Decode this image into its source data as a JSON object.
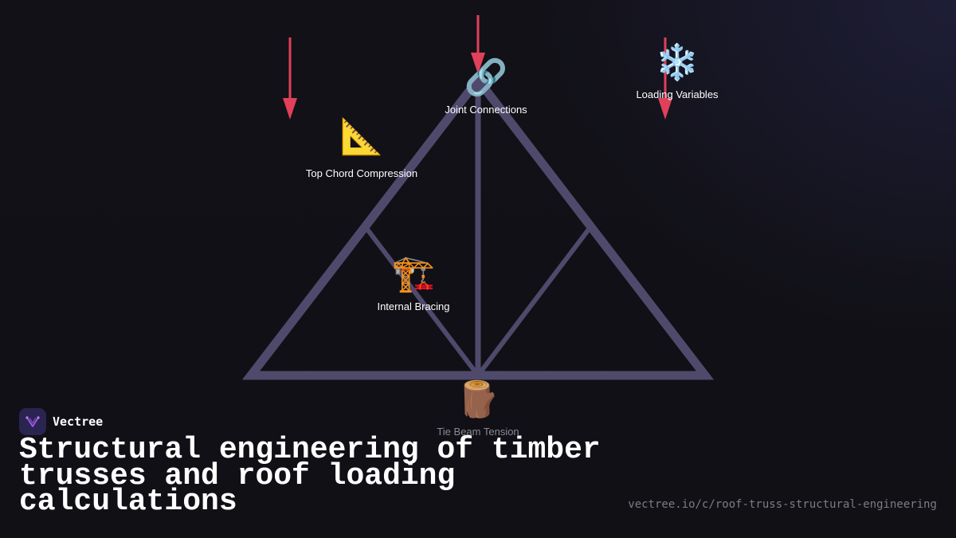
{
  "diagram": {
    "nodes": [
      {
        "id": "joint",
        "label": "Joint Connections",
        "icon": "link-icon",
        "glyph": "🔗"
      },
      {
        "id": "loading",
        "label": "Loading Variables",
        "icon": "snowflake-icon",
        "glyph": "❄️"
      },
      {
        "id": "chord",
        "label": "Top Chord Compression",
        "icon": "triangle-ruler-icon",
        "glyph": "📐"
      },
      {
        "id": "bracing",
        "label": "Internal Bracing",
        "icon": "crane-icon",
        "glyph": "🏗️"
      },
      {
        "id": "tie",
        "label": "Tie Beam Tension",
        "icon": "log-icon",
        "glyph": "🪵"
      }
    ],
    "colors": {
      "truss": "#4f4a6b",
      "arrow": "#e0405a"
    }
  },
  "brand": {
    "name": "Vectree",
    "logo_icon": "vectree-logo-icon"
  },
  "headline": "Structural engineering of timber trusses and roof loading calculations",
  "url": "vectree.io/c/roof-truss-structural-engineering"
}
